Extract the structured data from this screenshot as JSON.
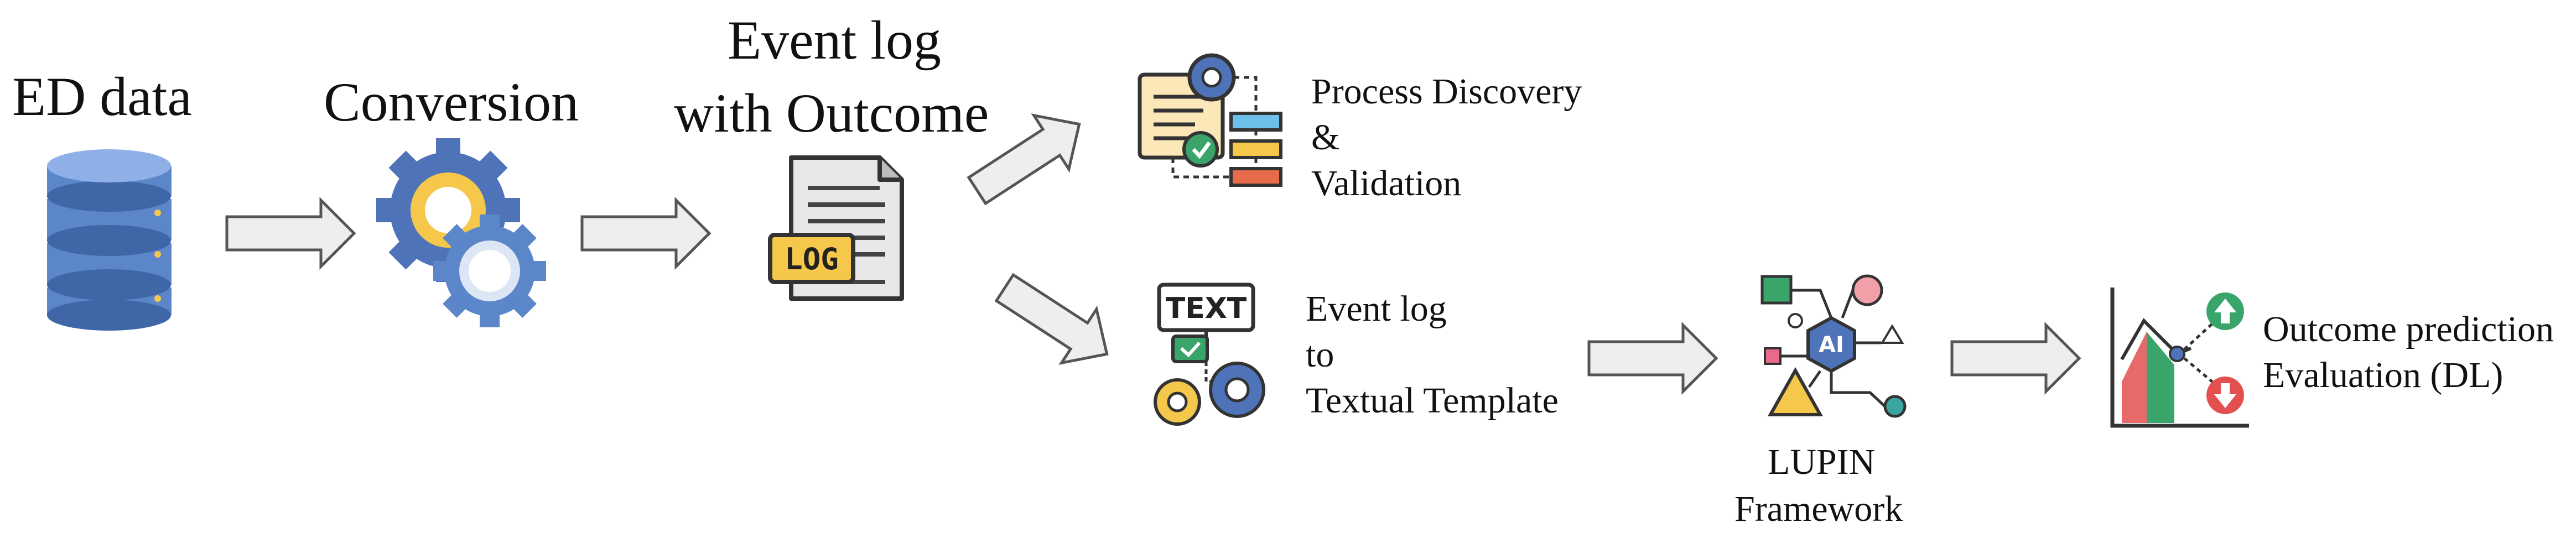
{
  "stages": {
    "ed_data": {
      "label": "ED data"
    },
    "conversion": {
      "label": "Conversion"
    },
    "event_log": {
      "line1": "Event log",
      "line2": "with Outcome"
    },
    "process_discovery": {
      "line1": "Process Discovery",
      "line2": "&",
      "line3": "Validation"
    },
    "event_log_text": {
      "line1": "Event log",
      "line2": "to",
      "line3": "Textual Template"
    },
    "lupin": {
      "line1": "LUPIN",
      "line2": "Framework"
    },
    "outcome": {
      "line1": "Outcome prediction",
      "line2": "Evaluation (DL)"
    }
  },
  "icons": {
    "log_badge": "LOG",
    "text_badge": "TEXT",
    "ai_badge": "AI"
  },
  "colors": {
    "db_blue": "#5b86c9",
    "db_blue_dark": "#3f67a8",
    "gear_yellow": "#f5c84c",
    "arrow_fill": "#eeeeee",
    "arrow_stroke": "#555555",
    "green": "#3aa56a",
    "red": "#d9534f"
  }
}
